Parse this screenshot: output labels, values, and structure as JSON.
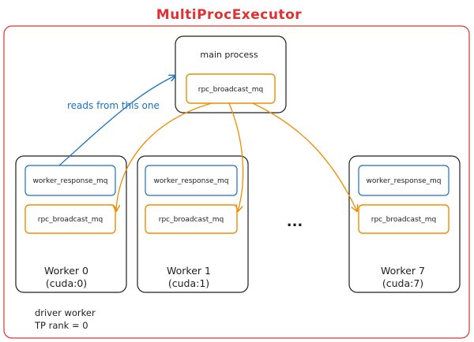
{
  "title": "MultiProcExecutor",
  "main_process": {
    "label": "main process",
    "queue": "rpc_broadcast_mq"
  },
  "arrow_label": "reads from this one",
  "ellipsis": "...",
  "workers": [
    {
      "response_queue": "worker_response_mq",
      "broadcast_queue": "rpc_broadcast_mq",
      "name": "Worker 0",
      "device": "(cuda:0)"
    },
    {
      "response_queue": "worker_response_mq",
      "broadcast_queue": "rpc_broadcast_mq",
      "name": "Worker 1",
      "device": "(cuda:1)"
    },
    {
      "response_queue": "worker_response_mq",
      "broadcast_queue": "rpc_broadcast_mq",
      "name": "Worker 7",
      "device": "(cuda:7)"
    }
  ],
  "driver_note": {
    "line1": "driver worker",
    "line2": "TP rank = 0"
  },
  "colors": {
    "title": "#e03131",
    "outer_border": "#e03131",
    "box_stroke": "#1e1e1e",
    "response_queue": "#1971c2",
    "broadcast_queue": "#f08c00",
    "arrow_label": "#1971c2"
  }
}
